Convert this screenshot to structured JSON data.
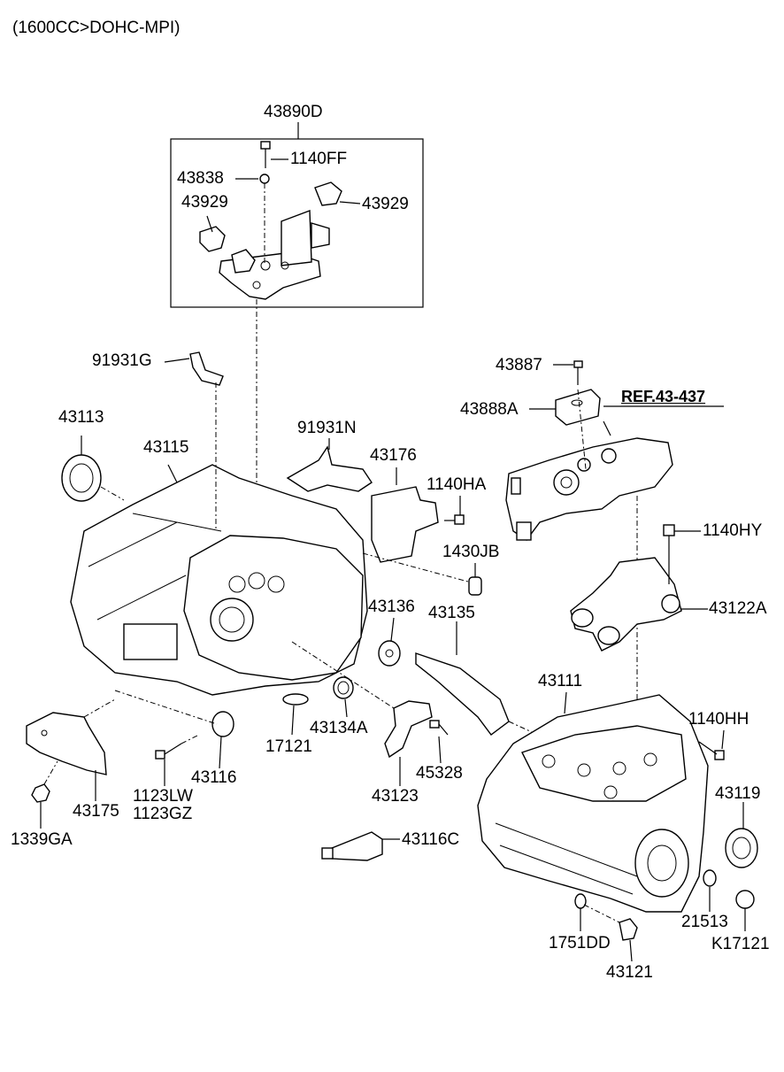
{
  "header": {
    "engine_spec": "(1600CC>DOHC-MPI)"
  },
  "reference": {
    "label": "REF.43-437"
  },
  "parts": {
    "p43890D": "43890D",
    "p1140FF": "1140FF",
    "p43838": "43838",
    "p43929_left": "43929",
    "p43929_right": "43929",
    "p91931G": "91931G",
    "p43113": "43113",
    "p43115": "43115",
    "p91931N": "91931N",
    "p43176": "43176",
    "p1140HA": "1140HA",
    "p43887": "43887",
    "p43888A": "43888A",
    "p1140HY": "1140HY",
    "p1430JB": "1430JB",
    "p43122A": "43122A",
    "p43136": "43136",
    "p43135": "43135",
    "p43111": "43111",
    "p1140HH": "1140HH",
    "p17121": "17121",
    "p43134A": "43134A",
    "p45328": "45328",
    "p43123": "43123",
    "p43116": "43116",
    "p1123LW": "1123LW",
    "p1123GZ": "1123GZ",
    "p43175": "43175",
    "p1339GA": "1339GA",
    "p43116C": "43116C",
    "p43119": "43119",
    "p21513": "21513",
    "pK17121": "K17121",
    "p1751DD": "1751DD",
    "p43121": "43121"
  }
}
